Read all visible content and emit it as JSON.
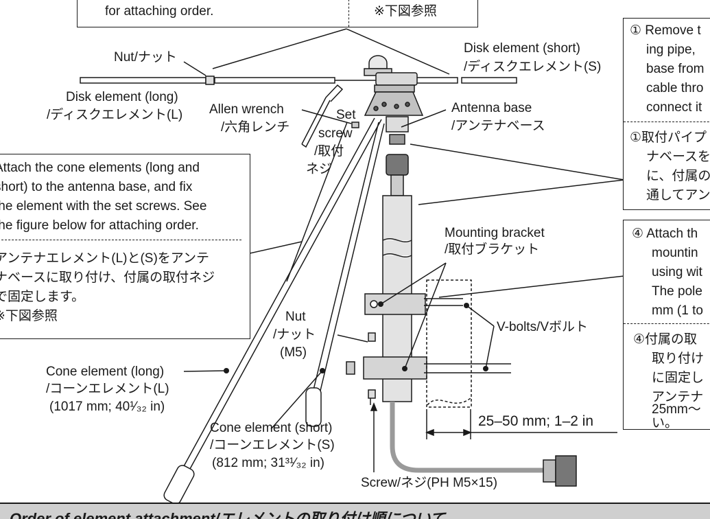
{
  "top_left_box": {
    "line1": "for attaching order.",
    "line2": "※下図参照"
  },
  "right_box_top": {
    "en": [
      "① Remove t",
      "ing pipe,",
      "base from",
      "cable thro",
      "connect it"
    ],
    "ja": [
      "①取付パイプ",
      "ナベースを",
      "に、付属の",
      "通してアン"
    ]
  },
  "left_box": {
    "en": [
      "Attach the cone elements (long and",
      "short) to the antenna base, and fix",
      "the element with the set screws. See",
      "the figure below for attaching order."
    ],
    "ja": [
      "アンテナエレメント(L)と(S)をアンテ",
      "ナベースに取り付け、付属の取付ネジ",
      "で固定します。",
      "※下図参照"
    ]
  },
  "right_box_bottom": {
    "en": [
      "④ Attach th",
      "mountin",
      "using wit",
      "The pole",
      "mm (1 to"
    ],
    "ja": [
      "④付属の取",
      "取り付け",
      "に固定し",
      "アンテナ",
      "25mm～",
      "い。"
    ]
  },
  "labels": {
    "nut_top": "Nut/ナット",
    "disk_short_en": "Disk element (short)",
    "disk_short_ja": "/ディスクエレメント(S)",
    "disk_long_en": "Disk element (long)",
    "disk_long_ja": "/ディスクエレメント(L)",
    "allen_en": "Allen  wrench",
    "allen_ja": "/六角レンチ",
    "set_screw_1": "Set",
    "set_screw_2": "screw",
    "set_screw_3": "/取付",
    "set_screw_4": "ネジ",
    "antenna_base_en": "Antenna base",
    "antenna_base_ja": "/アンテナベース",
    "bracket_en": "Mounting bracket",
    "bracket_ja": "/取付ブラケット",
    "vbolts": "V-bolts/Vボルト",
    "nut_m5_1": "Nut",
    "nut_m5_2": "/ナット",
    "nut_m5_3": "(M5)",
    "cone_long_1": "Cone element (long)",
    "cone_long_2": "/コーンエレメント(L)",
    "cone_long_3": "(1017 mm; 40¹⁄₃₂ in)",
    "cone_short_1": "Cone element (short)",
    "cone_short_2": "/コーンエレメント(S)",
    "cone_short_3": "(812 mm; 31³¹⁄₃₂ in)",
    "dimension": "25–50 mm; 1–2 in",
    "screw": "Screw/ネジ(PH M5×15)"
  },
  "footer": {
    "title": "Order of element attachment/エレメントの取り付け順について"
  }
}
